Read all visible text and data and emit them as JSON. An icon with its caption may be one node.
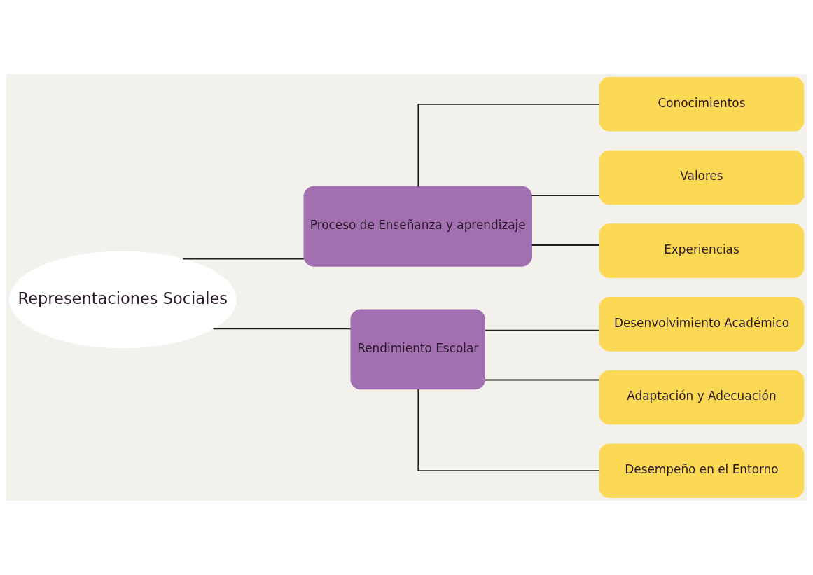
{
  "diagram": {
    "nodes": [
      {
        "text": [
          "Representaciones Sociales"
        ]
      },
      {
        "text": [
          "Proceso de Enseñanza y aprendizaje"
        ]
      },
      {
        "text": [
          "Rendimiento Escolar"
        ]
      },
      {
        "text": [
          "Conocimientos"
        ]
      },
      {
        "text": [
          "Valores"
        ]
      },
      {
        "text": [
          "Experiencias"
        ]
      },
      {
        "text": [
          "Desenvolvimiento Académico"
        ]
      },
      {
        "text": [
          "Adaptación y Adecuación"
        ]
      },
      {
        "text": [
          "Desempeño en el Entorno"
        ]
      }
    ],
    "edges": [
      {
        "from": 0,
        "to": 1,
        "arrow": "none"
      },
      {
        "from": 0,
        "to": 2,
        "arrow": "none"
      },
      {
        "from": 1,
        "to": 3,
        "arrow": "none"
      },
      {
        "from": 1,
        "to": 4,
        "arrow": "none"
      },
      {
        "from": 1,
        "to": 5,
        "arrow": "none"
      },
      {
        "from": 2,
        "to": 6,
        "arrow": "none"
      },
      {
        "from": 2,
        "to": 7,
        "arrow": "none"
      },
      {
        "from": 2,
        "to": 8,
        "arrow": "none"
      }
    ]
  }
}
